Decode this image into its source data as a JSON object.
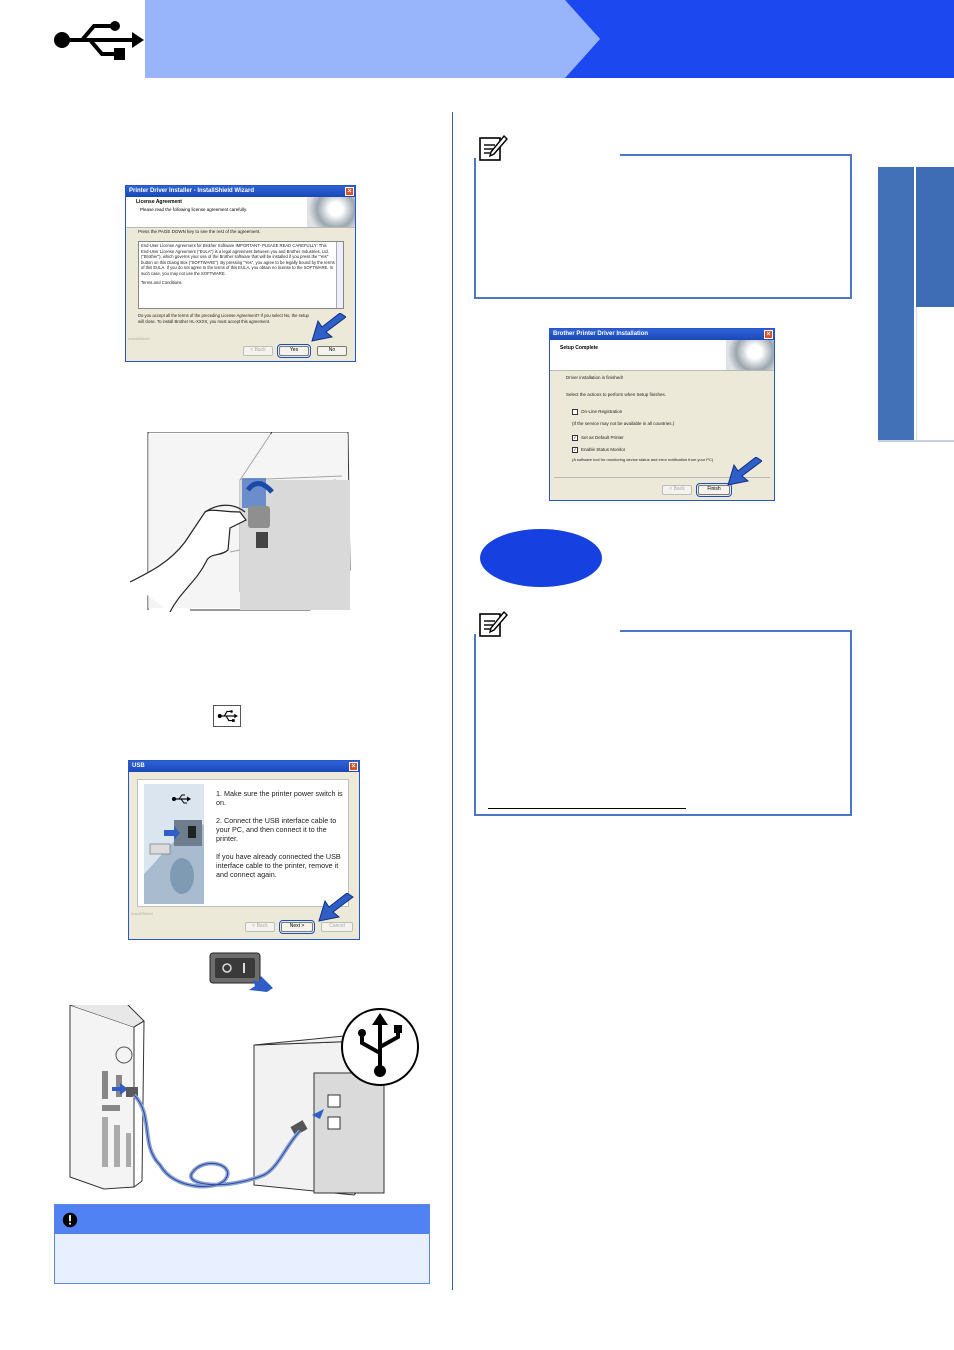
{
  "header": {
    "icon": "usb-icon",
    "colors": {
      "light": "#98b4fa",
      "dark": "#1c48f0"
    }
  },
  "dialogs": {
    "license": {
      "title": "Printer Driver Installer - InstallShield Wizard",
      "heading": "License Agreement",
      "subheading": "Please read the following license agreement carefully.",
      "instruction": "Press the PAGE DOWN key to see the rest of the agreement.",
      "body": "End-User License Agreement for Brother Software IMPORTANT- PLEASE READ CAREFULLY: This End-User License Agreement (\"EULA\") is a legal agreement between you and Brother Industries, Ltd. (\"Brother\"), which governs your use of the Brother software that will be installed if you press the \"Yes\" button on this Dialog Box (\"SOFTWARE\"). By pressing \"Yes\", you agree to be legally bound by the terms of this EULA. If you do not agree to the terms of this EULA, you obtain no license to the SOFTWARE. In such case, you may not use the SOFTWARE.",
      "terms": "Terms and Conditions.",
      "question": "Do you accept all the terms of the preceding License Agreement? If you select No, the setup will close. To install Brother HL-XXXX, you must accept this agreement.",
      "footer": "InstallShield",
      "buttons": {
        "back": "< Back",
        "yes": "Yes",
        "no": "No"
      }
    },
    "usb": {
      "title": "USB",
      "step1": "1. Make sure the printer power switch is on.",
      "step2": "2. Connect the USB interface cable to your PC, and then connect it to the printer.",
      "step3": "If you have already connected the USB interface cable to the printer, remove it and connect again.",
      "footer": "InstallShield",
      "buttons": {
        "back": "< Back",
        "next": "Next >",
        "cancel": "Cancel"
      }
    },
    "complete": {
      "title": "Brother Printer Driver Installation",
      "heading": "Setup Complete",
      "finished": "Driver installation is finished!",
      "select": "Select the actions to perform when Setup finishes.",
      "options": [
        {
          "label": "On-Line Registration",
          "checked": false
        },
        {
          "label": "(If the service may not be available in all countries.)",
          "checked": null
        },
        {
          "label": "Set as Default Printer",
          "checked": true
        },
        {
          "label": "Enable Status Monitor",
          "checked": true
        },
        {
          "label": "(A software tool for monitoring device status and error notification from your PC)",
          "checked": null
        }
      ],
      "buttons": {
        "back": "< Back",
        "finish": "Finish"
      }
    }
  },
  "important": {
    "icon": "exclamation-icon"
  },
  "notes": {
    "icon": "note-pencil-icon"
  }
}
